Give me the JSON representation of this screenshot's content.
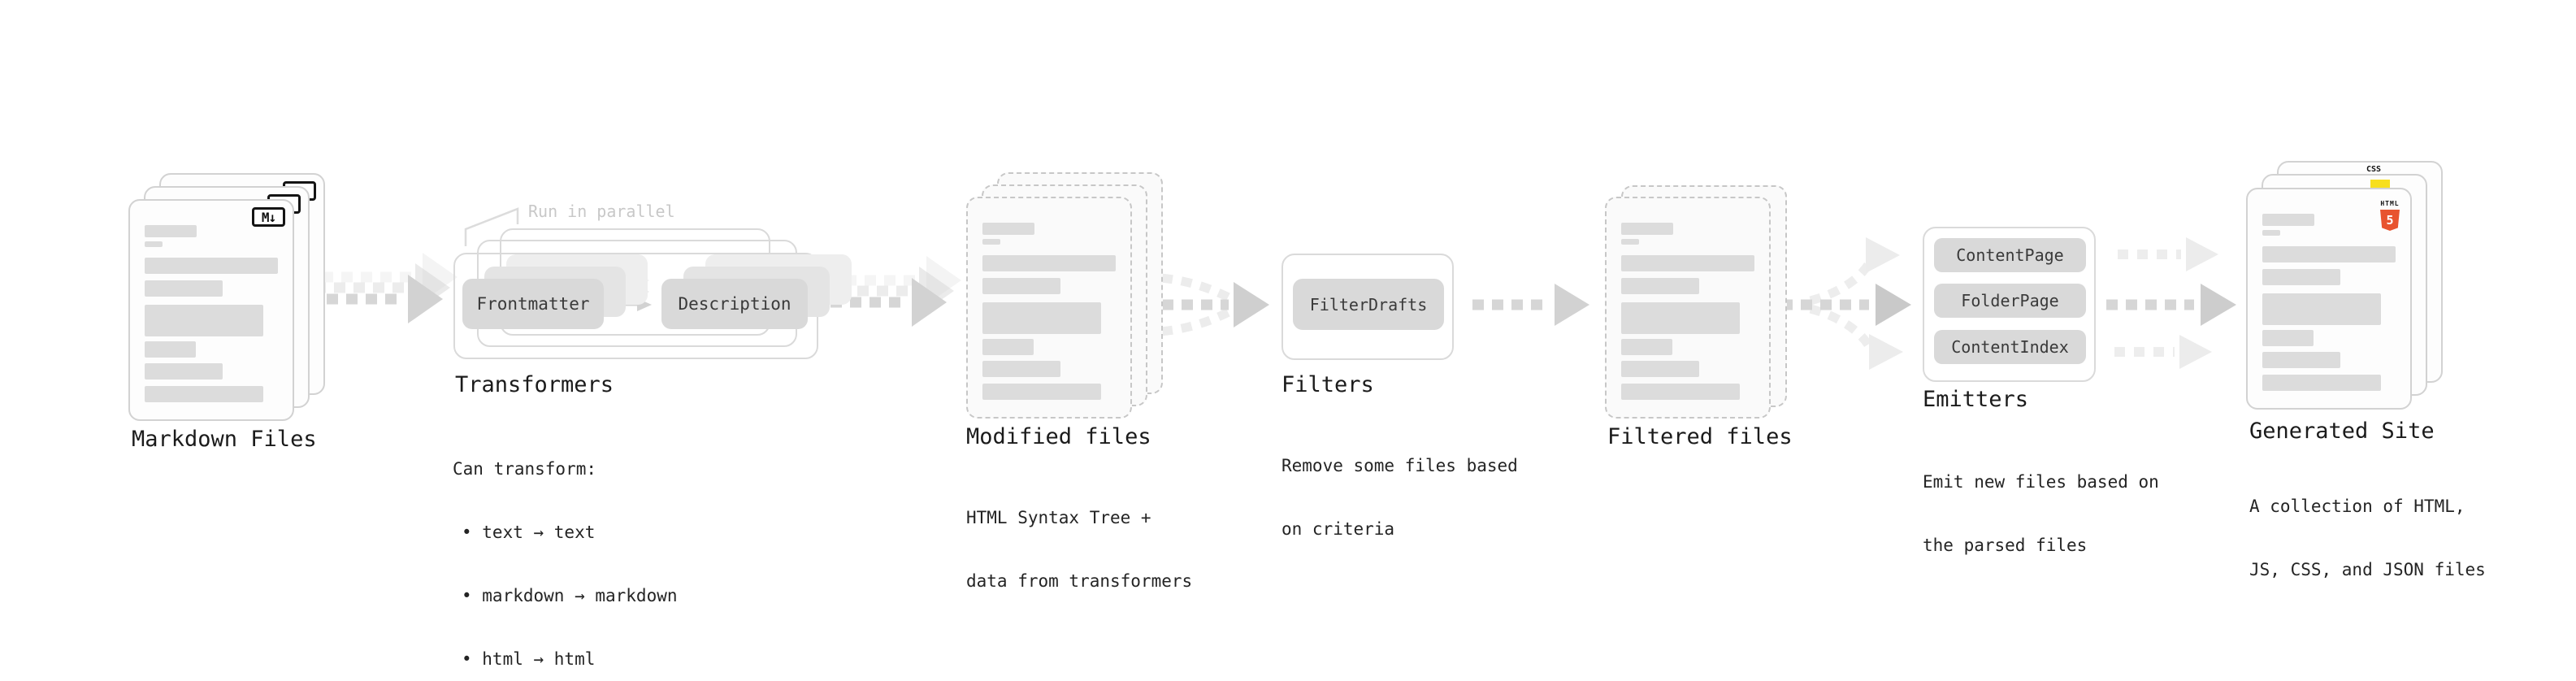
{
  "diagram": {
    "markdown": {
      "label": "Markdown Files",
      "badge": "M↓"
    },
    "transformers": {
      "label": "Transformers",
      "note": "Run in parallel",
      "input_box": "Frontmatter",
      "output_box": "Description",
      "desc_title": "Can transform:",
      "bullets": [
        "• text → text",
        "• markdown → markdown",
        "• html → html"
      ]
    },
    "modified": {
      "label": "Modified files",
      "sub": [
        "HTML Syntax Tree +",
        "data from transformers"
      ]
    },
    "filters": {
      "label": "Filters",
      "box": "FilterDrafts",
      "sub": [
        "Remove some files based",
        "on criteria"
      ]
    },
    "filtered": {
      "label": "Filtered files"
    },
    "emitters": {
      "label": "Emitters",
      "boxes": [
        "ContentPage",
        "FolderPage",
        "ContentIndex"
      ],
      "sub": [
        "Emit new files based on",
        "the parsed files"
      ]
    },
    "generated": {
      "label": "Generated Site",
      "sub": [
        "A collection of HTML,",
        "JS, CSS, and JSON files"
      ],
      "css_badge": "CSS",
      "html_badge_word": "HTML",
      "html_badge_number": "5"
    },
    "colors": {
      "js_yellow": "#f7df1e",
      "css_blue": "#2d67f2",
      "html_orange": "#e8542f"
    }
  }
}
